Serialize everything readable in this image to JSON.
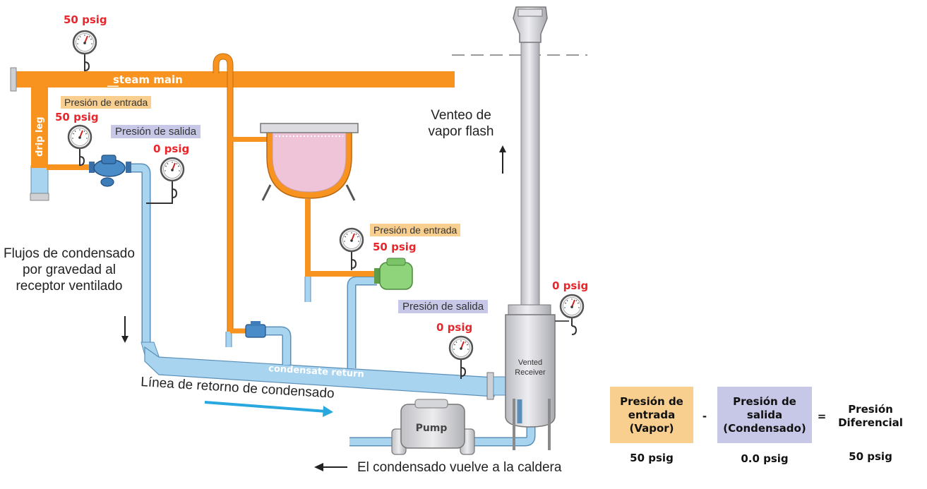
{
  "pipes": {
    "steam_main": "steam main",
    "drip_leg": "drip leg",
    "condensate_return": "condensate return"
  },
  "equipment": {
    "vented_receiver_line1": "Vented",
    "vented_receiver_line2": "Receiver",
    "pump": "Pump"
  },
  "pressures": {
    "steam_main_gauge": "50 psig",
    "trap1_inlet_gauge": "50 psig",
    "trap1_outlet_gauge": "0 psig",
    "trap2_inlet_gauge": "50 psig",
    "trap2_outlet_gauge": "0 psig",
    "receiver_gauge": "0 psig"
  },
  "tags": {
    "inlet_1": "Presión de entrada",
    "outlet_1": "Presión de salida",
    "inlet_2": "Presión de entrada",
    "outlet_2": "Presión de salida"
  },
  "annotations": {
    "flash_vent": "Venteo de vapor flash",
    "gravity_flow": "Flujos de condensado por gravedad al receptor ventilado",
    "return_line": "Línea de retorno de condensado",
    "back_to_boiler": "El condensado vuelve a la caldera"
  },
  "equation": {
    "box1": "Presión de entrada (Vapor)",
    "minus": "-",
    "box2": "Presión de salida (Condensado)",
    "equals": "=",
    "result": "Presión Diferencial",
    "val1": "50 psig",
    "val2": "0.0 psig",
    "val3": "50 psig"
  },
  "colors": {
    "steam": "#f7931e",
    "condensate": "#a8d4f0",
    "pipe_outline": "#5a8fb8",
    "vessel": "#d8d8dc",
    "tag_orange": "#f8cf8f",
    "tag_blue": "#c7c8e8",
    "pressure_red": "#e8262b",
    "flow_arrow": "#29a8e0"
  }
}
